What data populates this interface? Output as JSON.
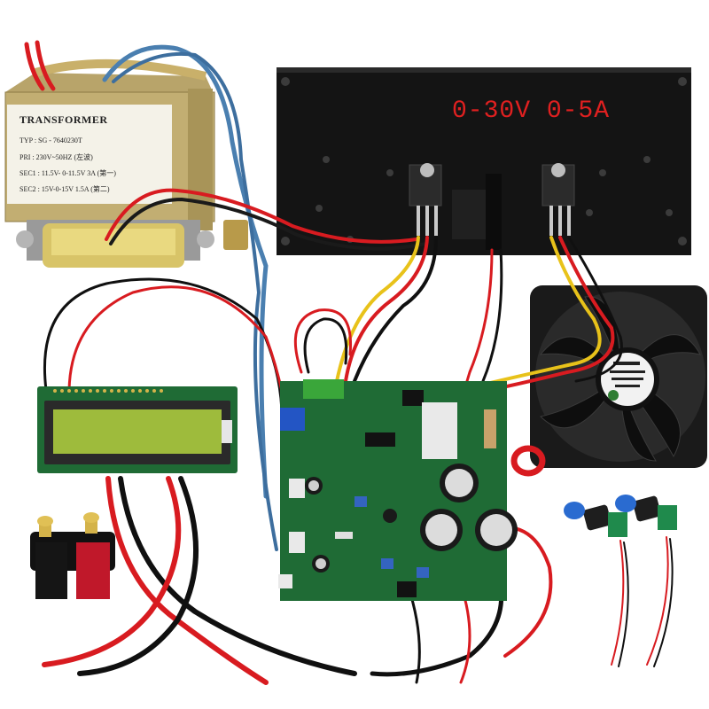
{
  "transformer": {
    "title": "TRANSFORMER",
    "lines": [
      "TYP : SG - 7640230T",
      "PRI : 230V~50HZ (左波)",
      "SEC1 : 11.5V- 0-11.5V 3A (第一)",
      "SEC2 : 15V-0-15V 1.5A (第二)"
    ]
  },
  "heatsink": {
    "label": "0-30V 0-5A"
  },
  "colors": {
    "heatsink": "#141414",
    "pcb": "#1f6b35",
    "lcd": "#9ebb3c",
    "wire_red": "#d81b20",
    "wire_black": "#101010",
    "wire_blue": "#4a7fb0",
    "wire_yellow": "#e8c21a"
  }
}
